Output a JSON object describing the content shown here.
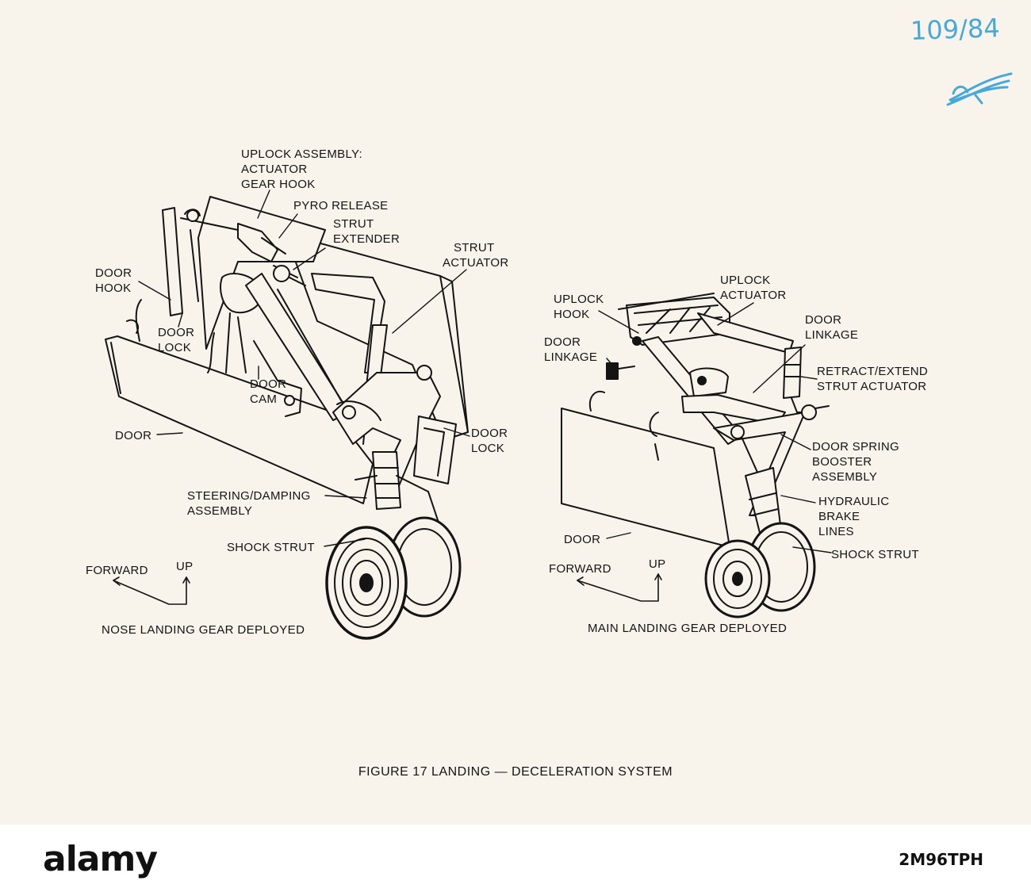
{
  "annotations": {
    "handwritten_number": "109/84"
  },
  "nose_gear": {
    "labels": {
      "uplock": "UPLOCK ASSEMBLY:",
      "actuator": "ACTUATOR",
      "gear_hook": "GEAR HOOK",
      "pyro_release": "PYRO RELEASE",
      "strut": "STRUT",
      "extender": "EXTENDER",
      "strut_actuator_1": "STRUT",
      "strut_actuator_2": "ACTUATOR",
      "door_hook_1": "DOOR",
      "door_hook_2": "HOOK",
      "door_lock_1": "DOOR",
      "door_lock_2": "LOCK",
      "door_cam_1": "DOOR",
      "door_cam_2": "CAM",
      "door": "DOOR",
      "door_lock_right_1": "DOOR",
      "door_lock_right_2": "LOCK",
      "steering_1": "STEERING/DAMPING",
      "steering_2": "ASSEMBLY",
      "shock_strut": "SHOCK STRUT",
      "forward": "FORWARD",
      "up": "UP"
    },
    "caption": "NOSE LANDING GEAR DEPLOYED"
  },
  "main_gear": {
    "labels": {
      "uplock_actuator_1": "UPLOCK",
      "uplock_actuator_2": "ACTUATOR",
      "uplock_hook_1": "UPLOCK",
      "uplock_hook_2": "HOOK",
      "door_linkage_left_1": "DOOR",
      "door_linkage_left_2": "LINKAGE",
      "door_linkage_right_1": "DOOR",
      "door_linkage_right_2": "LINKAGE",
      "retract_1": "RETRACT/EXTEND",
      "retract_2": "STRUT ACTUATOR",
      "spring_1": "DOOR SPRING",
      "spring_2": "BOOSTER",
      "spring_3": "ASSEMBLY",
      "hydraulic_1": "HYDRAULIC",
      "hydraulic_2": "BRAKE",
      "hydraulic_3": "LINES",
      "door": "DOOR",
      "shock_strut": "SHOCK STRUT",
      "forward": "FORWARD",
      "up": "UP"
    },
    "caption": "MAIN LANDING GEAR DEPLOYED"
  },
  "figure_caption": "FIGURE 17 LANDING — DECELERATION SYSTEM",
  "watermark": {
    "brand": "alamy",
    "image_id": "2M96TPH"
  },
  "colors": {
    "paper": "#f8f3eb",
    "ink": "#141414",
    "handwriting": "#46a9d8"
  }
}
